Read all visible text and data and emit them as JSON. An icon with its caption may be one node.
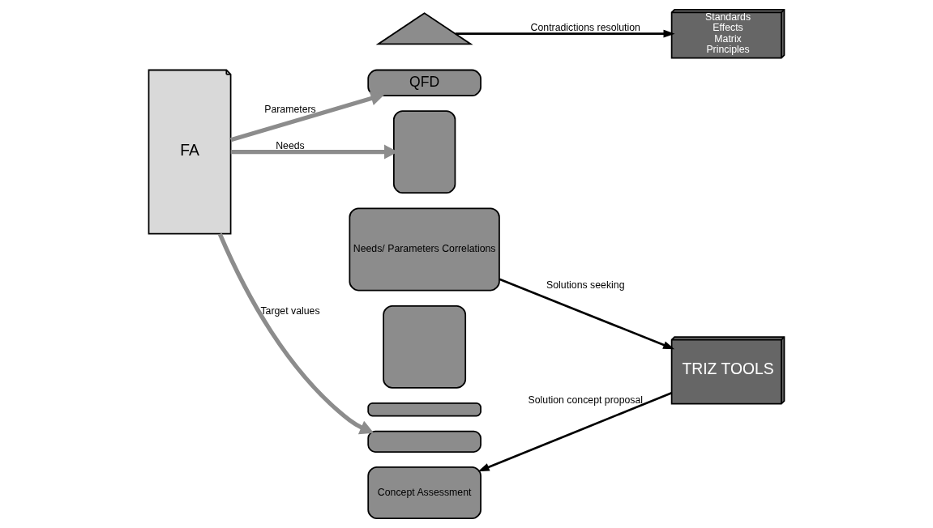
{
  "diagram": {
    "nodes": [
      {
        "text": [
          "FA"
        ]
      },
      {
        "text": [],
        "shape": "triangle"
      },
      {
        "text": [
          "QFD"
        ]
      },
      {
        "text": [],
        "shape": "box"
      },
      {
        "text": [
          "Needs/ Parameters Correlations"
        ]
      },
      {
        "text": [],
        "shape": "box"
      },
      {
        "text": [],
        "shape": "box"
      },
      {
        "text": [],
        "shape": "box"
      },
      {
        "text": [
          "Concept Assessment"
        ]
      },
      {
        "text": [
          "Standards",
          "Effects",
          "Matrix",
          "Principles"
        ]
      },
      {
        "text": [
          "TRIZ TOOLS"
        ]
      }
    ],
    "edges": [
      {
        "from": 0,
        "to": 2,
        "arrow": "to",
        "label": "Parameters",
        "style": "thick"
      },
      {
        "from": 0,
        "to": 3,
        "arrow": "to",
        "label": "Needs",
        "style": "thick"
      },
      {
        "from": 0,
        "to": 7,
        "arrow": "to",
        "label": "Target values",
        "style": "thick"
      },
      {
        "from": 1,
        "to": 9,
        "arrow": "to",
        "label": "Contradictions resolution",
        "color": "#000000"
      },
      {
        "from": 4,
        "to": 10,
        "arrow": "to",
        "label": "Solutions seeking",
        "color": "#000000"
      },
      {
        "from": 10,
        "to": 8,
        "arrow": "to",
        "label": "Solution concept proposal",
        "color": "#000000"
      }
    ]
  }
}
